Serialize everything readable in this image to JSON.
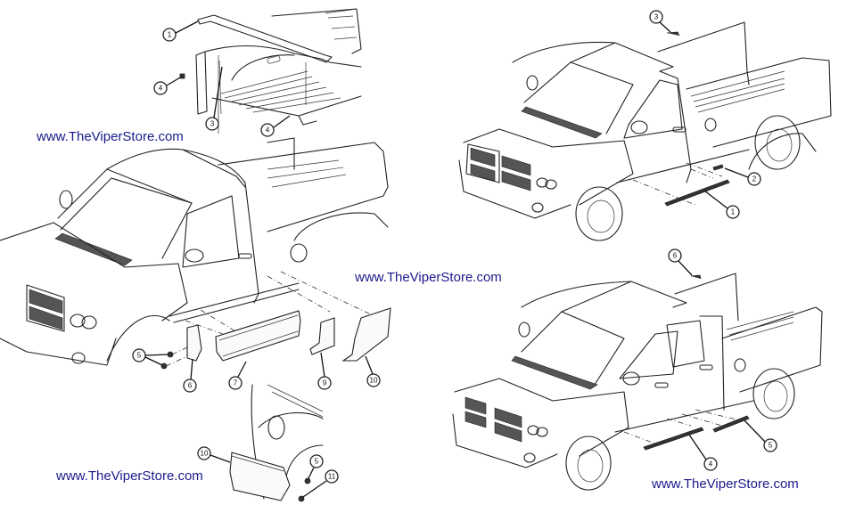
{
  "watermarks": [
    {
      "id": "wm-1",
      "text": "www.TheViperStore.com"
    },
    {
      "id": "wm-2",
      "text": "www.TheViperStore.com"
    },
    {
      "id": "wm-3",
      "text": "www.TheViperStore.com"
    },
    {
      "id": "wm-4",
      "text": "www.TheViperStore.com"
    }
  ],
  "color": {
    "watermark": "#1a1a8c"
  },
  "panels": {
    "bed_rail": {
      "description": "Pickup bed rail caps exploded view",
      "callouts": [
        "1",
        "4",
        "3",
        "4"
      ]
    },
    "regular_cab_side": {
      "description": "Regular cab body side moldings exploded view",
      "callouts": [
        "5",
        "6",
        "7",
        "9",
        "10"
      ]
    },
    "rear_fender_detail": {
      "description": "Rear wheel flare molding detail",
      "callouts": [
        "10",
        "5",
        "11"
      ]
    },
    "regular_cab_sill": {
      "description": "Regular cab sill moldings",
      "callouts": [
        "3",
        "2",
        "1"
      ]
    },
    "quad_cab_sill": {
      "description": "Quad cab sill moldings",
      "callouts": [
        "6",
        "5",
        "4"
      ]
    }
  }
}
